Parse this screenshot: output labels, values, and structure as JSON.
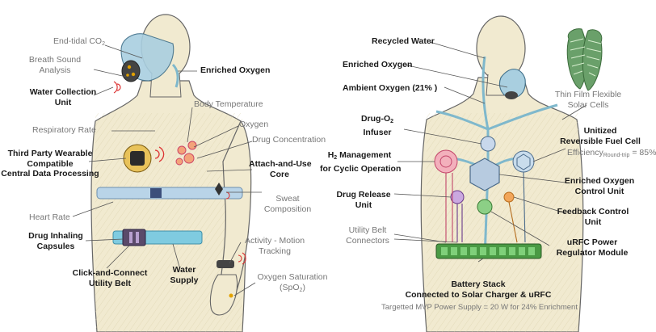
{
  "colors": {
    "skin": "#f1ead0",
    "outline": "#666666",
    "label_dark": "#1a1a1a",
    "label_gray": "#777777",
    "belt_blue": "#7fcbe0",
    "tube_blue": "#7fb8cc",
    "battery_green": "#4a9a44",
    "mask_blue": "#a9cfe0",
    "solar_green": "#6aa06a"
  },
  "left": {
    "end_tidal": {
      "base": "End-tidal CO",
      "sub": "2"
    },
    "breath_sound": [
      "Breath Sound",
      "Analysis"
    ],
    "enriched_oxygen": "Enriched Oxygen",
    "water_collection": [
      "Water Collection",
      "Unit"
    ],
    "body_temperature": "Body Temperature",
    "oxygen": "Oxygen",
    "respiratory_rate": "Respiratory Rate",
    "drug_concentration": "Drug Concentration",
    "third_party": [
      "Third Party Wearable",
      "Compatible",
      "Central Data Processing"
    ],
    "attach_and_use": [
      "Attach-and-Use",
      "Core"
    ],
    "sweat": [
      "Sweat",
      "Composition"
    ],
    "heart_rate": "Heart Rate",
    "drug_inhaling": [
      "Drug Inhaling",
      "Capsules"
    ],
    "activity": [
      "Activity - Motion",
      "Tracking"
    ],
    "water_supply": [
      "Water",
      "Supply"
    ],
    "click_connect": [
      "Click-and-Connect",
      "Utility Belt"
    ],
    "oxygen_saturation": {
      "line1": "Oxygen Saturation",
      "base": "(SpO",
      "sub": "2",
      "tail": ")"
    }
  },
  "right": {
    "recycled_water": "Recycled Water",
    "enriched_oxygen": "Enriched Oxygen",
    "ambient_oxygen": "Ambient Oxygen (21% )",
    "drug_o2": {
      "base": "Drug-O",
      "sub": "2",
      "line2": "Infuser"
    },
    "h2_management": {
      "pre": "H",
      "sub": "2",
      "rest": " Management",
      "line2": "for Cyclic Operation"
    },
    "drug_release": [
      "Drug Release",
      "Unit"
    ],
    "utility_belt": [
      "Utility Belt",
      "Connectors"
    ],
    "thin_film": [
      "Thin Film Flexible",
      "Solar Cells"
    ],
    "fuel_cell": [
      "Unitized",
      "Reversible Fuel Cell"
    ],
    "efficiency": {
      "base": "Efficiency",
      "sub": "Round-trip",
      "tail": " = 85%"
    },
    "enriched_control": [
      "Enriched Oxygen",
      "Control Unit"
    ],
    "feedback": [
      "Feedback Control",
      "Unit"
    ],
    "urfc": [
      "uRFC Power",
      "Regulator Module"
    ],
    "battery": [
      "Battery Stack",
      "Connected to Solar Charger & uRFC"
    ],
    "mvp": "Targetted MVP Power Supply = 20 W for 24% Enrichment"
  }
}
